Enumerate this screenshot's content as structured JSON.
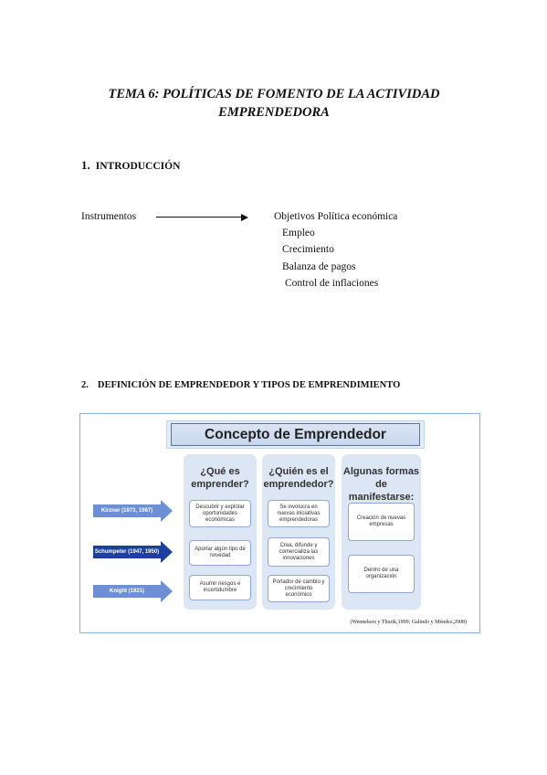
{
  "title": {
    "line1": "TEMA 6: POLÍTICAS DE FOMENTO DE LA ACTIVIDAD",
    "line2": "EMPRENDEDORA"
  },
  "section1": {
    "number": "1.",
    "heading": "INTRODUCCIÓN",
    "instruments_label": "Instrumentos",
    "objectives_label": "Objetivos Política económica",
    "objectives": [
      "Empleo",
      "Crecimiento",
      "Balanza de pagos",
      "Control de inflaciones"
    ]
  },
  "section2": {
    "number": "2.",
    "heading": "DEFINICIÓN DE EMPRENDEDOR Y TIPOS DE EMPRENDIMIENTO"
  },
  "diagram": {
    "title": "Concepto de Emprendedor",
    "authors": [
      {
        "label": "Kirzner (1973, 1987)",
        "color": "#6d8fd3"
      },
      {
        "label": "Schumpeter (1947, 1950)",
        "color": "#1d3fa0"
      },
      {
        "label": "Knight (1921)",
        "color": "#6d8fd3"
      }
    ],
    "columns": [
      {
        "heading": "¿Qué es emprender?",
        "cells": [
          "Descubrir y explotar oportunidades económicas",
          "Aportar algún tipo de novedad",
          "Asumir riesgos e incertidumbre"
        ]
      },
      {
        "heading": "¿Quién es el emprendedor?",
        "cells": [
          "Se involucra en nuevas iniciativas emprendedoras",
          "Crea, difunde y comercializa las innovaciones",
          "Portador de cambio y crecimiento económico"
        ]
      },
      {
        "heading": "Algunas formas de manifestarse:",
        "cells": [
          "Creación de nuevas empresas",
          "Dentro de una organización"
        ]
      }
    ],
    "citation": "(Wennekers y Thurik,1999; Galindo y Méndez,2008)"
  }
}
